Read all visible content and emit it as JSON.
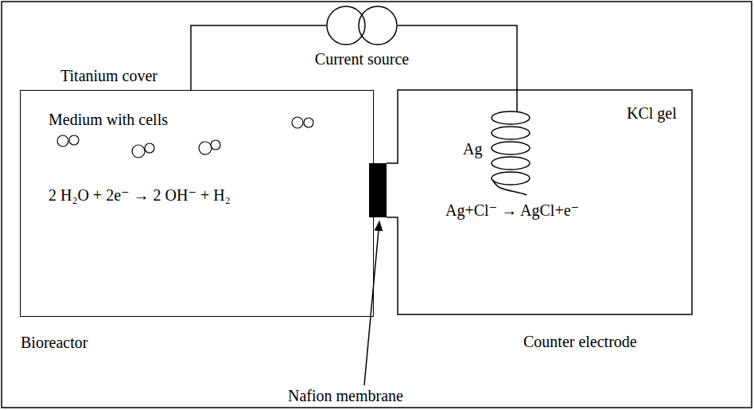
{
  "diagram": {
    "nodes": [
      {
        "text": [
          "Current source"
        ]
      },
      {
        "text": [
          "Titanium cover",
          "Medium with cells",
          "2 H₂O + 2e⁻ → 2 OH⁻ + H₂",
          "Bioreactor"
        ]
      },
      {
        "text": [
          "KCl gel",
          "Ag",
          "Ag+Cl⁻ → AgCl+e⁻",
          "Counter electrode"
        ]
      }
    ],
    "edges": [
      {
        "from": 0,
        "to": 1,
        "arrow": "none"
      },
      {
        "from": 0,
        "to": 2,
        "arrow": "none"
      }
    ],
    "labels": [
      "Nafion membrane"
    ]
  }
}
